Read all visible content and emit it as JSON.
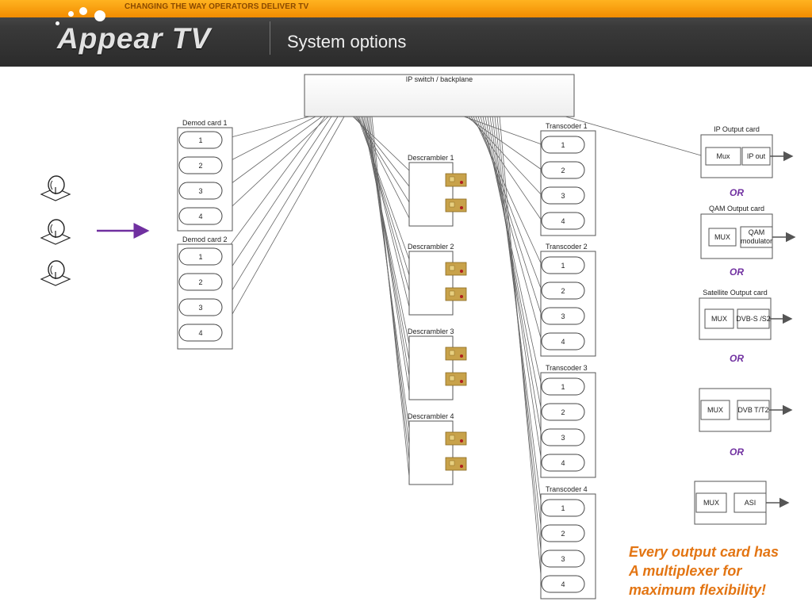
{
  "header": {
    "tagline": "CHANGING THE WAY OPERATORS DELIVER TV",
    "logo_text": "Appear TV",
    "title": "System options"
  },
  "diagram": {
    "ip_switch": "IP switch / backplane",
    "demod_cards": [
      {
        "title": "Demod card 1",
        "ports": [
          "1",
          "2",
          "3",
          "4"
        ]
      },
      {
        "title": "Demod card 2",
        "ports": [
          "1",
          "2",
          "3",
          "4"
        ]
      }
    ],
    "descramblers": [
      "Descrambler 1",
      "Descrambler 2",
      "Descrambler 3",
      "Descrambler 4"
    ],
    "transcoders": [
      {
        "title": "Transcoder 1",
        "ports": [
          "1",
          "2",
          "3",
          "4"
        ]
      },
      {
        "title": "Transcoder 2",
        "ports": [
          "1",
          "2",
          "3",
          "4"
        ]
      },
      {
        "title": "Transcoder 3",
        "ports": [
          "1",
          "2",
          "3",
          "4"
        ]
      },
      {
        "title": "Transcoder 4",
        "ports": [
          "1",
          "2",
          "3",
          "4"
        ]
      }
    ],
    "output_cards": [
      {
        "title": "IP Output card",
        "mux": "Mux",
        "out": "IP out"
      },
      {
        "title": "QAM Output card",
        "mux": "MUX",
        "out": "QAM modulator"
      },
      {
        "title": "Satellite Output card",
        "mux": "MUX",
        "out": "DVB-S /S2"
      },
      {
        "title": "",
        "mux": "MUX",
        "out": "DVB T/T2"
      },
      {
        "title": "",
        "mux": "MUX",
        "out": "ASI"
      }
    ],
    "or_label": "OR",
    "arrow_color": "#7030a0",
    "or_color": "#7030a0"
  },
  "note": {
    "lines": [
      "Every output card has",
      "A multiplexer for",
      "maximum flexibility!"
    ],
    "color": "#e37513"
  }
}
